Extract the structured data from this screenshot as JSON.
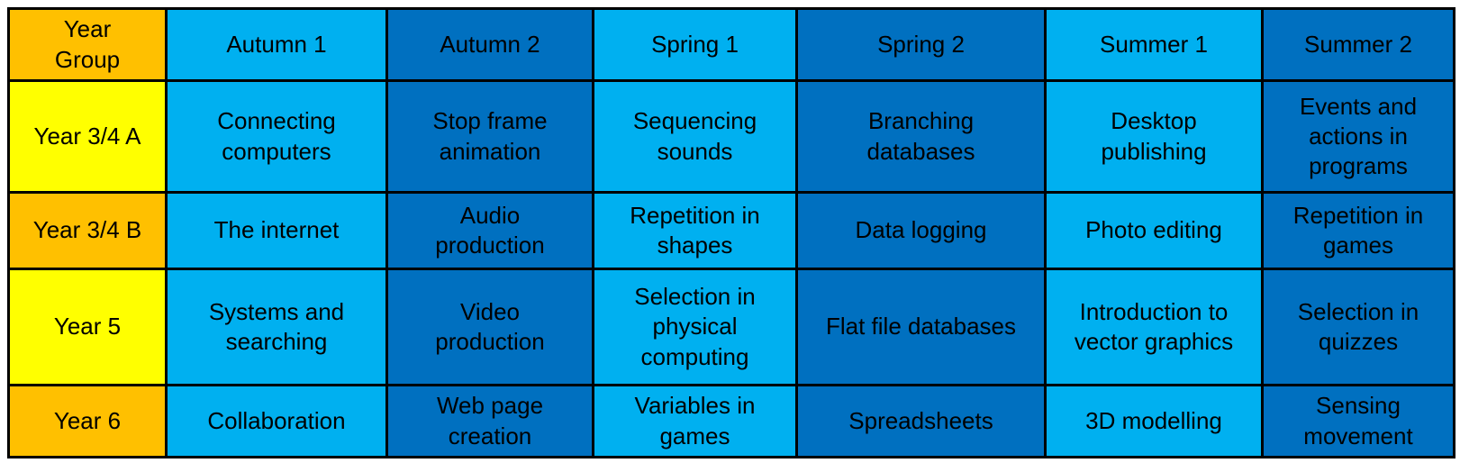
{
  "table": {
    "corner_header": "Year Group",
    "term_headers": [
      "Autumn 1",
      "Autumn 2",
      "Spring 1",
      "Spring 2",
      "Summer 1",
      "Summer 2"
    ],
    "rows": [
      {
        "group": "Year 3/4 A",
        "cells": [
          "Connecting computers",
          "Stop frame animation",
          "Sequencing sounds",
          "Branching databases",
          "Desktop publishing",
          "Events and actions in programs"
        ]
      },
      {
        "group": "Year 3/4 B",
        "cells": [
          "The internet",
          "Audio production",
          "Repetition in shapes",
          "Data logging",
          "Photo editing",
          "Repetition in games"
        ]
      },
      {
        "group": "Year 5",
        "cells": [
          "Systems and searching",
          "Video production",
          "Selection in physical computing",
          "Flat file databases",
          "Introduction to vector graphics",
          "Selection in quizzes"
        ]
      },
      {
        "group": "Year 6",
        "cells": [
          "Collaboration",
          "Web page creation",
          "Variables in games",
          "Spreadsheets",
          "3D modelling",
          "Sensing movement"
        ]
      }
    ],
    "colors": {
      "term_column_light": "#00B0F0",
      "term_column_dark": "#0070C0",
      "corner_header_bg": "#FFC000",
      "row_header_yellow": "#FFFF00",
      "row_header_orange": "#FFC000",
      "border": "#000000",
      "text": "#000000"
    }
  }
}
